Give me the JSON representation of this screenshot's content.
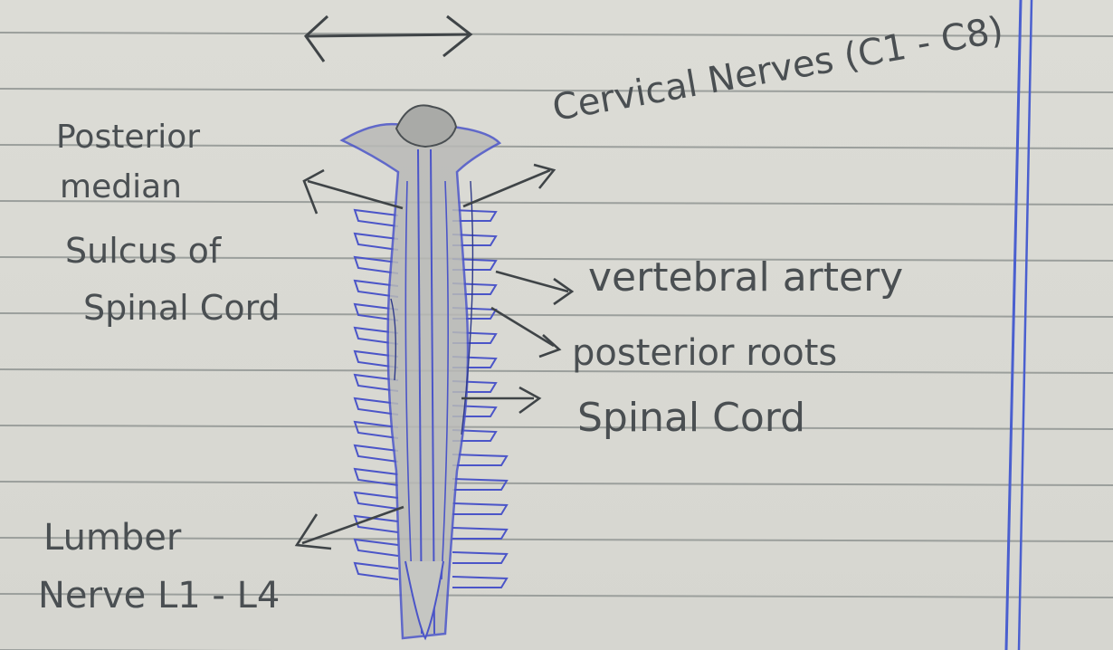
{
  "labels": {
    "posterior_median_line1": "Posterior",
    "posterior_median_line2": "median",
    "posterior_median_line3": "Sulcus of",
    "posterior_median_line4": "Spinal Cord",
    "cervical_nerves": "Cervical Nerves (C1 - C8)",
    "vertebral_artery": "vertebral artery",
    "posterior_roots": "posterior roots",
    "spinal_cord": "Spinal Cord",
    "lumbar_line1": "Lumber",
    "lumbar_line2": "Nerve L1 - L4"
  },
  "colors": {
    "paper": "#d9d9d3",
    "rule_line": "#9b9f9c",
    "margin_line": "#4a5fcf",
    "ink_blue": "#4b55c8",
    "pencil": "#4a4f52",
    "cord_fill": "#b9bab7"
  }
}
